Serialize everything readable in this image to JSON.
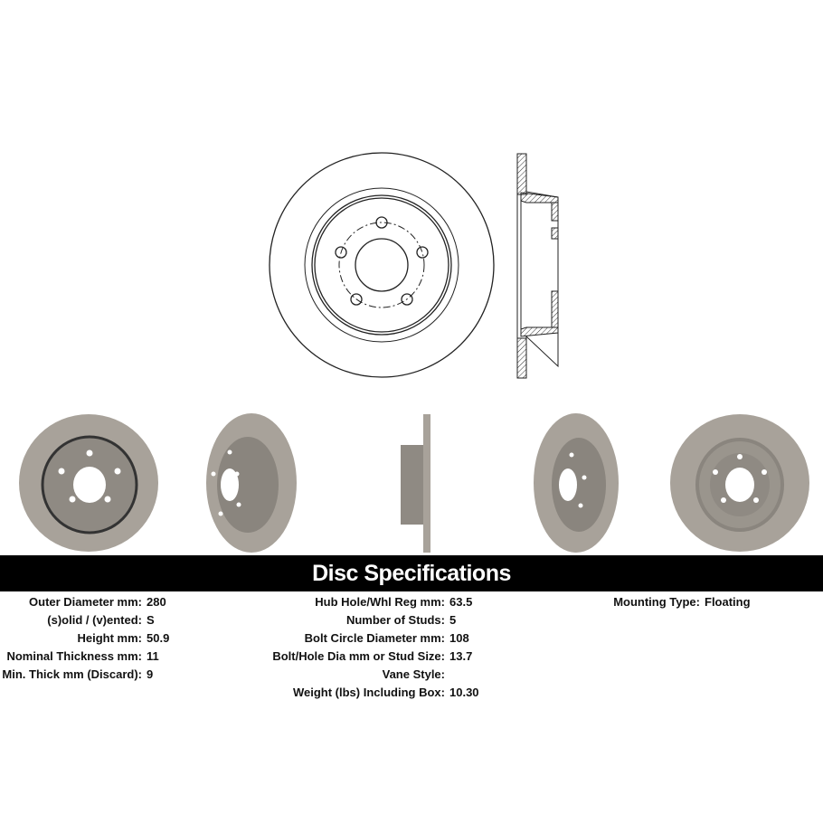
{
  "banner": {
    "title": "Disc Specifications"
  },
  "specs": {
    "col1": [
      {
        "label": "Outer Diameter mm:",
        "value": "280"
      },
      {
        "label": "(s)olid / (v)ented:",
        "value": "S"
      },
      {
        "label": "Height mm:",
        "value": "50.9"
      },
      {
        "label": "Nominal Thickness mm:",
        "value": "11"
      },
      {
        "label": "Min. Thick mm (Discard):",
        "value": "9"
      }
    ],
    "col2": [
      {
        "label": "Hub Hole/Whl Reg mm:",
        "value": "63.5"
      },
      {
        "label": "Number of Studs:",
        "value": "5"
      },
      {
        "label": "Bolt Circle Diameter mm:",
        "value": "108"
      },
      {
        "label": "Bolt/Hole Dia mm or Stud Size:",
        "value": "13.7"
      },
      {
        "label": "Vane Style:",
        "value": ""
      },
      {
        "label": "Weight (lbs) Including Box:",
        "value": "10.30"
      }
    ],
    "col3": [
      {
        "label": "Mounting Type:",
        "value": "Floating"
      }
    ]
  },
  "colors": {
    "banner_bg": "#000000",
    "banner_text": "#ffffff",
    "rotor_metal": "#a39d95"
  }
}
